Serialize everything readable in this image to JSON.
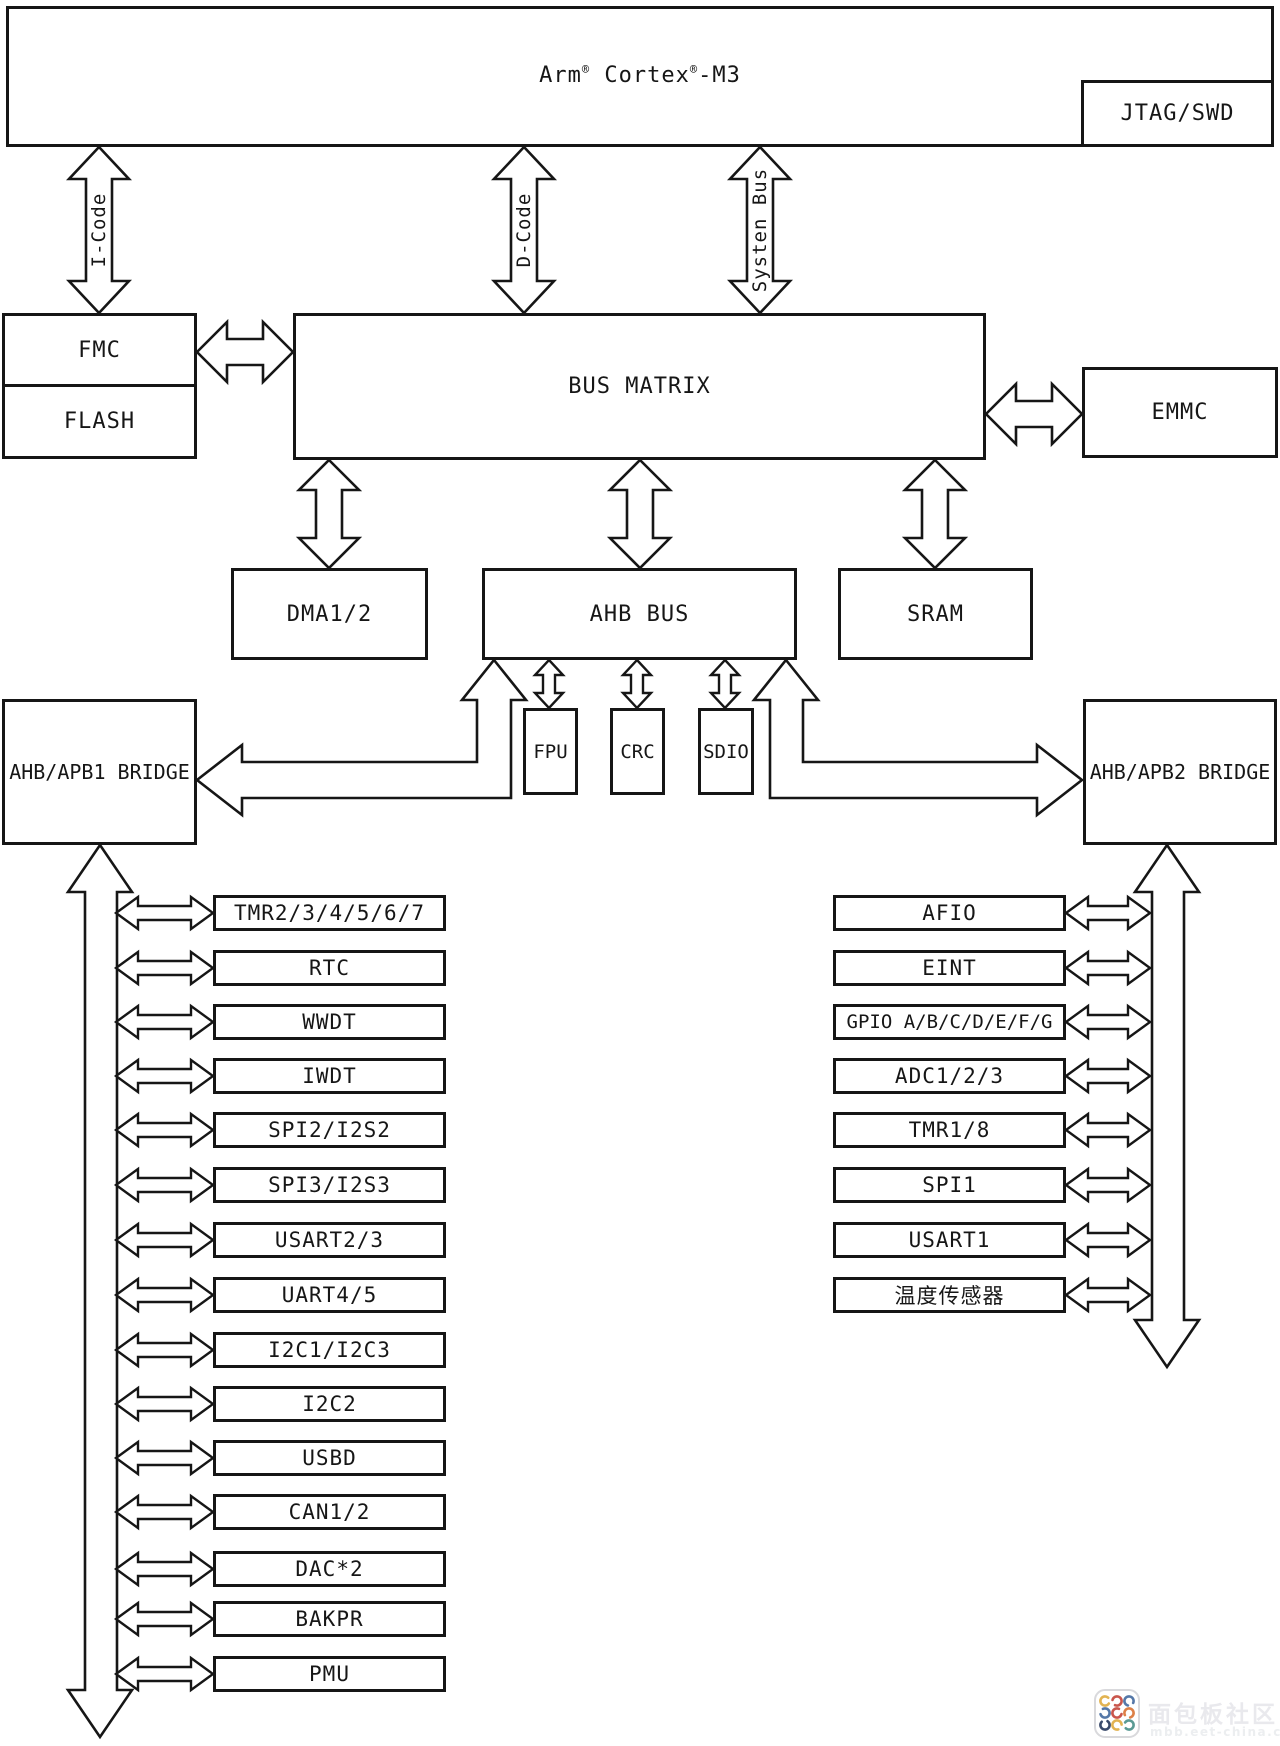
{
  "diagram": {
    "cpu": {
      "name_pre": "Arm",
      "reg": "®",
      "name_mid": " Cortex",
      "name_suf": "-M3"
    },
    "buses": {
      "icode": "I-Code",
      "dcode": "D-Code",
      "system": "Systen Bus"
    },
    "blocks": {
      "jtag": "JTAG/SWD",
      "fmc": "FMC",
      "flash": "FLASH",
      "bus_matrix": "BUS MATRIX",
      "emmc": "EMMC",
      "dma": "DMA1/2",
      "ahb": "AHB BUS",
      "sram": "SRAM",
      "fpu": "FPU",
      "crc": "CRC",
      "sdio": "SDIO",
      "bridge1": "AHB/APB1 BRIDGE",
      "bridge2": "AHB/APB2 BRIDGE"
    },
    "apb1_peripherals": [
      "TMR2/3/4/5/6/7",
      "RTC",
      "WWDT",
      "IWDT",
      "SPI2/I2S2",
      "SPI3/I2S3",
      "USART2/3",
      "UART4/5",
      "I2C1/I2C3",
      "I2C2",
      "USBD",
      "CAN1/2",
      "DAC*2",
      "BAKPR",
      "PMU"
    ],
    "apb2_peripherals": [
      "AFIO",
      "EINT",
      "GPIO A/B/C/D/E/F/G",
      "ADC1/2/3",
      "TMR1/8",
      "SPI1",
      "USART1",
      "温度传感器"
    ]
  },
  "watermark": {
    "site_name": "面包板社区",
    "site_url": "mbb.eet-china.com"
  },
  "colors": {
    "line": "#161616",
    "background": "#ffffff",
    "watermark_text": "#e9e9ed",
    "logo_gold": "#e2b352",
    "logo_red": "#c9564c",
    "logo_blue": "#5578a8",
    "logo_orange": "#dd8047",
    "logo_navy": "#3a4a6b",
    "logo_teal": "#5a9a94"
  }
}
